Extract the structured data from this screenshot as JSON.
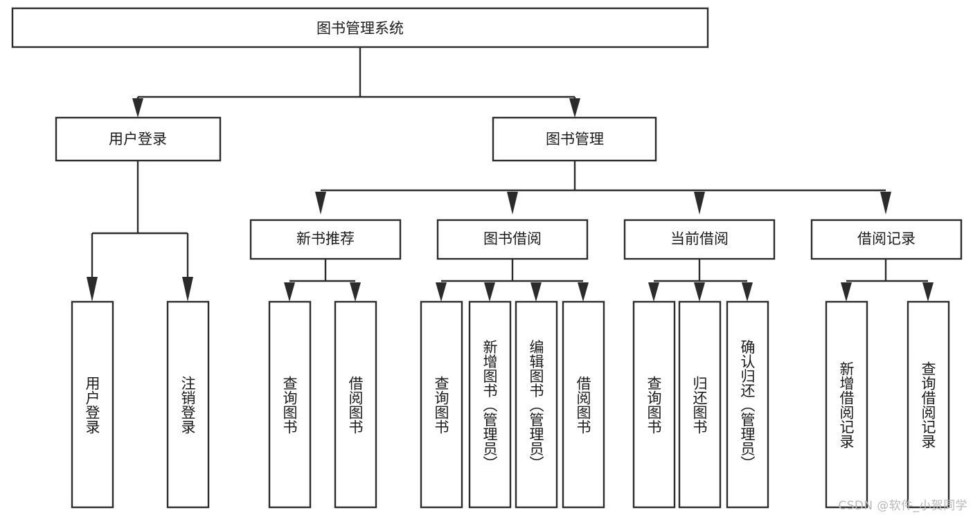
{
  "diagram": {
    "type": "tree-hierarchy",
    "title": "图书管理系统",
    "watermark": "CSDN @软件_小贺同学",
    "colors": {
      "stroke": "#2b2b2b",
      "fill": "#ffffff",
      "text": "#1a1a1a",
      "watermark": "#b8b8b8"
    },
    "levels": [
      {
        "level": 0,
        "nodes": [
          {
            "id": "root",
            "label": "图书管理系统",
            "orientation": "horizontal"
          }
        ]
      },
      {
        "level": 1,
        "nodes": [
          {
            "id": "user-login",
            "label": "用户登录",
            "orientation": "horizontal",
            "parent": "root"
          },
          {
            "id": "book-manage",
            "label": "图书管理",
            "orientation": "horizontal",
            "parent": "root"
          }
        ]
      },
      {
        "level": 2,
        "nodes": [
          {
            "id": "new-book-rec",
            "label": "新书推荐",
            "orientation": "horizontal",
            "parent": "book-manage"
          },
          {
            "id": "book-borrow",
            "label": "图书借阅",
            "orientation": "horizontal",
            "parent": "book-manage"
          },
          {
            "id": "current-borrow",
            "label": "当前借阅",
            "orientation": "horizontal",
            "parent": "book-manage"
          },
          {
            "id": "borrow-record",
            "label": "借阅记录",
            "orientation": "horizontal",
            "parent": "book-manage"
          }
        ]
      },
      {
        "level": 3,
        "nodes": [
          {
            "id": "leaf-user-login",
            "label": "用户登录",
            "orientation": "vertical",
            "parent": "user-login"
          },
          {
            "id": "leaf-logout",
            "label": "注销登录",
            "orientation": "vertical",
            "parent": "user-login"
          },
          {
            "id": "leaf-query-book-1",
            "label": "查询图书",
            "orientation": "vertical",
            "parent": "new-book-rec"
          },
          {
            "id": "leaf-borrow-book-1",
            "label": "借阅图书",
            "orientation": "vertical",
            "parent": "new-book-rec"
          },
          {
            "id": "leaf-query-book-2",
            "label": "查询图书",
            "orientation": "vertical",
            "parent": "book-borrow"
          },
          {
            "id": "leaf-add-book",
            "label": "新增图书（管理员）",
            "orientation": "vertical",
            "parent": "book-borrow"
          },
          {
            "id": "leaf-edit-book",
            "label": "编辑图书（管理员）",
            "orientation": "vertical",
            "parent": "book-borrow"
          },
          {
            "id": "leaf-borrow-book-2",
            "label": "借阅图书",
            "orientation": "vertical",
            "parent": "book-borrow"
          },
          {
            "id": "leaf-query-book-3",
            "label": "查询图书",
            "orientation": "vertical",
            "parent": "current-borrow"
          },
          {
            "id": "leaf-return-book",
            "label": "归还图书",
            "orientation": "vertical",
            "parent": "current-borrow"
          },
          {
            "id": "leaf-confirm-return",
            "label": "确认归还（管理员）",
            "orientation": "vertical",
            "parent": "current-borrow"
          },
          {
            "id": "leaf-add-record",
            "label": "新增借阅记录",
            "orientation": "vertical",
            "parent": "borrow-record"
          },
          {
            "id": "leaf-query-record",
            "label": "查询借阅记录",
            "orientation": "vertical",
            "parent": "borrow-record"
          }
        ]
      }
    ]
  }
}
